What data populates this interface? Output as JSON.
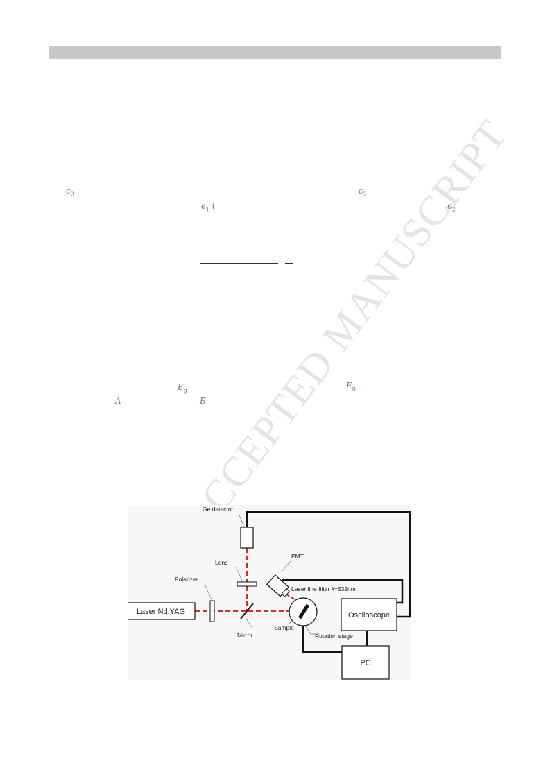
{
  "watermark": "ACCEPTED MANUSCRIPT",
  "symbols": {
    "eps2_a": "ϵ",
    "eps2_a_sub": "2",
    "eps2_b": "ϵ",
    "eps2_b_sub": "2",
    "eps1": "ϵ",
    "eps1_sub": "1",
    "eps1_paren": "(",
    "eps2_c": "ϵ",
    "eps2_c_sub": "2",
    "Eg": "E",
    "Eg_sub": "g",
    "E0": "E",
    "E0_sub": "0",
    "A": "A",
    "B": "B"
  },
  "figure": {
    "labels": {
      "ge_detector": "Ge detector",
      "lens": "Lens",
      "pmt": "PMT",
      "polarizer": "Polarizer",
      "laser": "Laser Nd:YAG",
      "filter": "Laser line filter λ=532nm",
      "mirror": "Mirror",
      "sample": "Sample",
      "rotation_stage": "Rotation stage",
      "osciloscope": "Osciloscope",
      "pc": "PC"
    },
    "colors": {
      "beam": "#d42a2a",
      "line": "#111111"
    }
  }
}
